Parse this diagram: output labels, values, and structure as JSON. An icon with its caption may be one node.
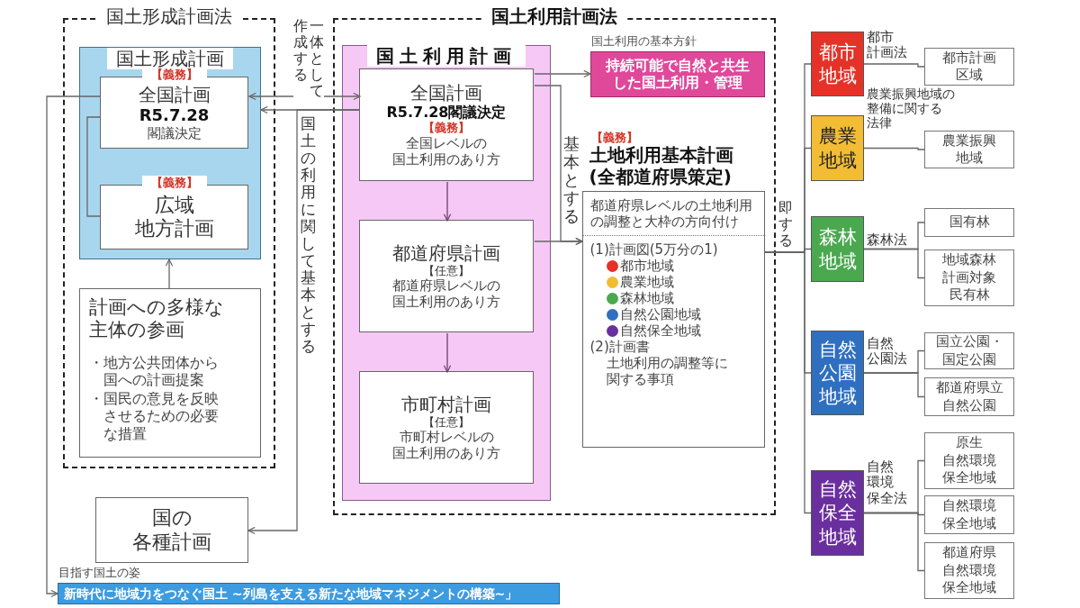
{
  "diagram": {
    "nodes": [
      {
        "text": [
          "国土形成計画法"
        ]
      },
      {
        "text": [
          "国土形成計画"
        ],
        "in": 0
      },
      {
        "text": [
          "【義務】",
          "全国計画",
          "R5.7.28",
          "閣議決定"
        ],
        "in": 1
      },
      {
        "text": [
          "【義務】",
          "広域地方計画"
        ],
        "in": 1
      },
      {
        "text": [
          "計画への多様な主体の参画",
          "・地方公共団体から国への計画提案",
          "・国民の意見を反映させるための必要な措置"
        ],
        "in": 0
      },
      {
        "text": [
          "国土利用計画法"
        ]
      },
      {
        "text": [
          "国土利用計画"
        ],
        "in": 5
      },
      {
        "text": [
          "全国計画",
          "R5.7.28閣議決定",
          "【義務】",
          "全国レベルの国土利用のあり方"
        ],
        "in": 6
      },
      {
        "text": [
          "都道府県計画",
          "【任意】",
          "都道府県レベルの国土利用のあり方"
        ],
        "in": 6
      },
      {
        "text": [
          "市町村計画",
          "【任意】",
          "市町村レベルの国土利用のあり方"
        ],
        "in": 6
      },
      {
        "text": [
          "持続可能で自然と共生した国土利用・管理"
        ],
        "beside": [
          "国土利用の基本方針"
        ],
        "in": 5
      },
      {
        "text": [
          "【義務】",
          "土地利用基本計画(全都道府県策定)",
          "都道府県レベルの土地利用の調整と大枠の方向付け",
          "(1)計画図(5万分の1)",
          "(2)計画書",
          "土地利用の調整等に関する事項"
        ],
        "in": 5
      },
      {
        "text": [
          "国の各種計画"
        ]
      },
      {
        "text": [
          "新時代に地域力をつなぐ国土 ~列島を支える新たな地域マネジメントの構築~」"
        ],
        "beside": [
          "目指す国土の姿"
        ]
      },
      {
        "text": [
          "都市地域"
        ]
      },
      {
        "text": [
          "農業地域"
        ]
      },
      {
        "text": [
          "森林地域"
        ]
      },
      {
        "text": [
          "自然公園地域"
        ]
      },
      {
        "text": [
          "自然保全地域"
        ]
      },
      {
        "text": [
          "都市計画区域"
        ]
      },
      {
        "text": [
          "農業振興地域"
        ]
      },
      {
        "text": [
          "国有林"
        ]
      },
      {
        "text": [
          "地域森林計画対象民有林"
        ]
      },
      {
        "text": [
          "国立公園・国定公園"
        ]
      },
      {
        "text": [
          "都道府県立自然公園"
        ]
      },
      {
        "text": [
          "原生自然環境保全地域"
        ]
      },
      {
        "text": [
          "自然環境保全地域"
        ]
      },
      {
        "text": [
          "都道府県自然環境保全地域"
        ]
      }
    ],
    "edges": [
      {
        "from": 7,
        "to": 2,
        "arrow": "both",
        "label": "一体として作成する"
      },
      {
        "from": 7,
        "to": 1,
        "arrow": "to"
      },
      {
        "from": 7,
        "to": 12,
        "arrow": "to",
        "label": "国土の利用に関して基本とする"
      },
      {
        "from": 2,
        "to": 3,
        "arrow": "none"
      },
      {
        "from": 4,
        "to": 1,
        "arrow": "to"
      },
      {
        "from": 2,
        "to": 13,
        "arrow": "to"
      },
      {
        "from": 7,
        "to": 10,
        "arrow": "to"
      },
      {
        "from": 7,
        "to": 11,
        "arrow": "to",
        "label": "基本とする"
      },
      {
        "from": 8,
        "to": 11,
        "arrow": "to"
      },
      {
        "from": 7,
        "to": 8,
        "arrow": "to",
        "color": "#6e3f6e"
      },
      {
        "from": 8,
        "to": 9,
        "arrow": "to",
        "color": "#6e3f6e"
      },
      {
        "from": 11,
        "to": 14,
        "arrow": "none",
        "label": "即する"
      },
      {
        "from": 11,
        "to": 15,
        "arrow": "none"
      },
      {
        "from": 11,
        "to": 16,
        "arrow": "none"
      },
      {
        "from": 11,
        "to": 17,
        "arrow": "none"
      },
      {
        "from": 11,
        "to": 18,
        "arrow": "none"
      },
      {
        "from": 14,
        "to": 19,
        "arrow": "none",
        "label": "都市計画法"
      },
      {
        "from": 15,
        "to": 20,
        "arrow": "none",
        "label": "農業振興地域の整備に関する法律"
      },
      {
        "from": 16,
        "to": 21,
        "arrow": "none",
        "label": "森林法"
      },
      {
        "from": 16,
        "to": 22,
        "arrow": "none"
      },
      {
        "from": 17,
        "to": 23,
        "arrow": "none",
        "label": "自然公園法"
      },
      {
        "from": 17,
        "to": 24,
        "arrow": "none"
      },
      {
        "from": 18,
        "to": 25,
        "arrow": "none",
        "label": "自然環境保全法"
      },
      {
        "from": 18,
        "to": 26,
        "arrow": "none"
      },
      {
        "from": 18,
        "to": 27,
        "arrow": "none"
      }
    ],
    "legend": [
      {
        "text": "都市地域",
        "color": "#e53228"
      },
      {
        "text": "農業地域",
        "color": "#f2bd34"
      },
      {
        "text": "森林地域",
        "color": "#4aa84f"
      },
      {
        "text": "自然公園地域",
        "color": "#2f6fbf"
      },
      {
        "text": "自然保全地域",
        "color": "#6a2f9e"
      }
    ]
  }
}
